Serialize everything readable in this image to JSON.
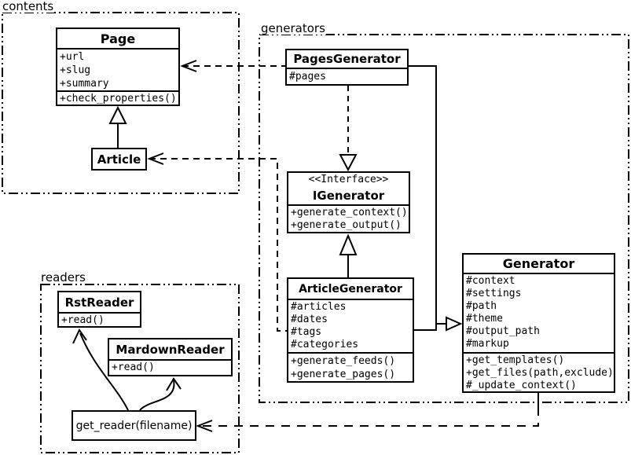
{
  "packages": {
    "contents": {
      "label": "contents"
    },
    "generators": {
      "label": "generators"
    },
    "readers": {
      "label": "readers"
    }
  },
  "classes": {
    "page": {
      "name": "Page",
      "attributes": [
        "+url",
        "+slug",
        "+summary"
      ],
      "methods": [
        "+check_properties()"
      ]
    },
    "article": {
      "name": "Article"
    },
    "pagesGenerator": {
      "name": "PagesGenerator",
      "attributes": [
        "#pages"
      ]
    },
    "iGenerator": {
      "stereotype": "<<Interface>>",
      "name": "IGenerator",
      "methods": [
        "+generate_context()",
        "+generate_output()"
      ]
    },
    "articleGenerator": {
      "name": "ArticleGenerator",
      "attributes": [
        "#articles",
        "#dates",
        "#tags",
        "#categories"
      ],
      "methods": [
        "+generate_feeds()",
        "+generate_pages()"
      ]
    },
    "generator": {
      "name": "Generator",
      "attributes": [
        "#context",
        "#settings",
        "#path",
        "#theme",
        "#output_path",
        "#markup"
      ],
      "methods": [
        "+get_templates()",
        "+get_files(path,exclude)",
        "#_update_context()"
      ]
    },
    "rstReader": {
      "name": "RstReader",
      "methods": [
        "+read()"
      ]
    },
    "mardownReader": {
      "name": "MardownReader",
      "methods": [
        "+read()"
      ]
    },
    "getReader": {
      "name": "get_reader(filename)"
    }
  },
  "relationships": [
    {
      "type": "generalization",
      "from": "Article",
      "to": "Page"
    },
    {
      "type": "dependency",
      "from": "PagesGenerator",
      "to": "Page"
    },
    {
      "type": "dependency",
      "from": "ArticleGenerator",
      "to": "Article"
    },
    {
      "type": "realization",
      "from": "PagesGenerator",
      "to": "IGenerator"
    },
    {
      "type": "generalization",
      "from": "ArticleGenerator",
      "to": "IGenerator"
    },
    {
      "type": "generalization",
      "from": "PagesGenerator",
      "to": "Generator"
    },
    {
      "type": "generalization",
      "from": "ArticleGenerator",
      "to": "Generator"
    },
    {
      "type": "dependency",
      "from": "Generator",
      "to": "get_reader(filename)"
    },
    {
      "type": "call",
      "from": "get_reader(filename)",
      "to": "RstReader"
    },
    {
      "type": "call",
      "from": "get_reader(filename)",
      "to": "MardownReader"
    }
  ],
  "colors": {
    "stroke": "#000000",
    "background": "#ffffff"
  }
}
